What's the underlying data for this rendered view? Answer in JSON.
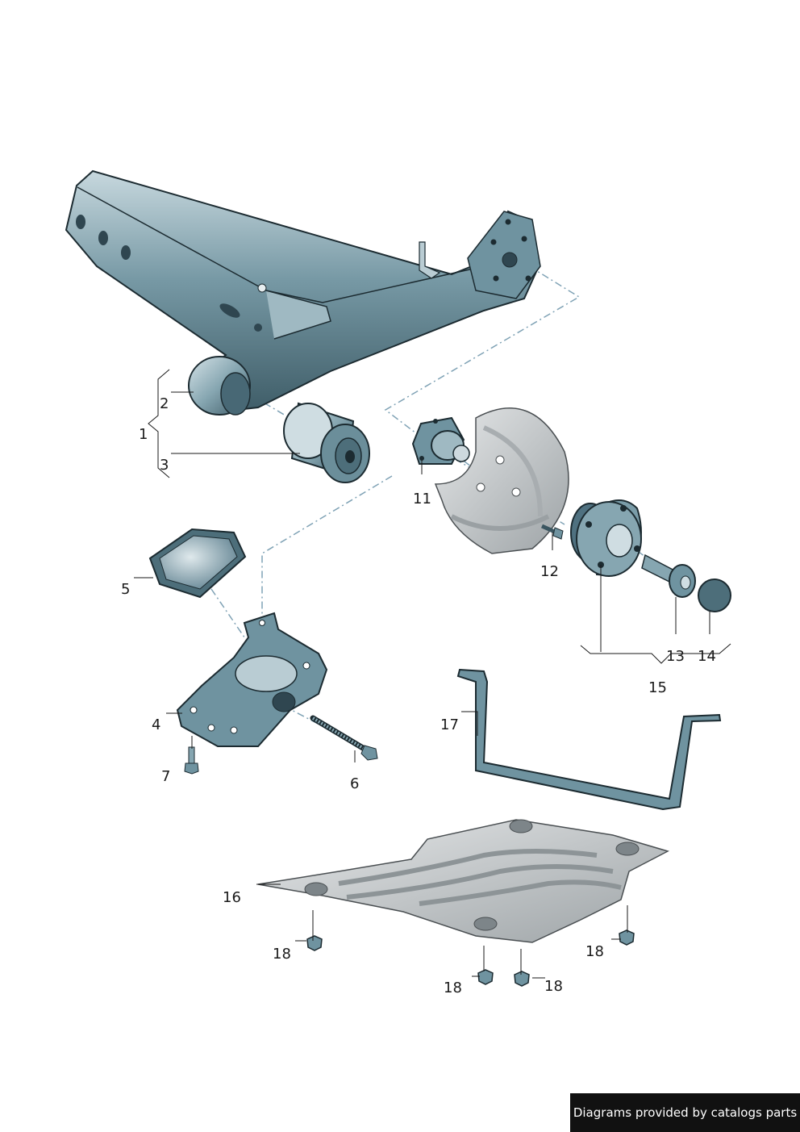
{
  "callouts": {
    "c1": "1",
    "c2": "2",
    "c3": "3",
    "c4": "4",
    "c5": "5",
    "c6": "6",
    "c7": "7",
    "c11": "11",
    "c12": "12",
    "c13": "13",
    "c14": "14",
    "c15": "15",
    "c16": "16",
    "c17": "17",
    "c18a": "18",
    "c18b": "18",
    "c18c": "18",
    "c18d": "18"
  },
  "footer": {
    "text": "Diagrams provided by catalogs parts"
  },
  "colors": {
    "part_fill": "#6f93a0",
    "part_light": "#b8ccd4",
    "part_dark": "#3b5661",
    "outline": "#1c2b31",
    "leader": "#1a1a1a",
    "dash": "#7fa2b5",
    "shield": "#c3c7c9"
  }
}
